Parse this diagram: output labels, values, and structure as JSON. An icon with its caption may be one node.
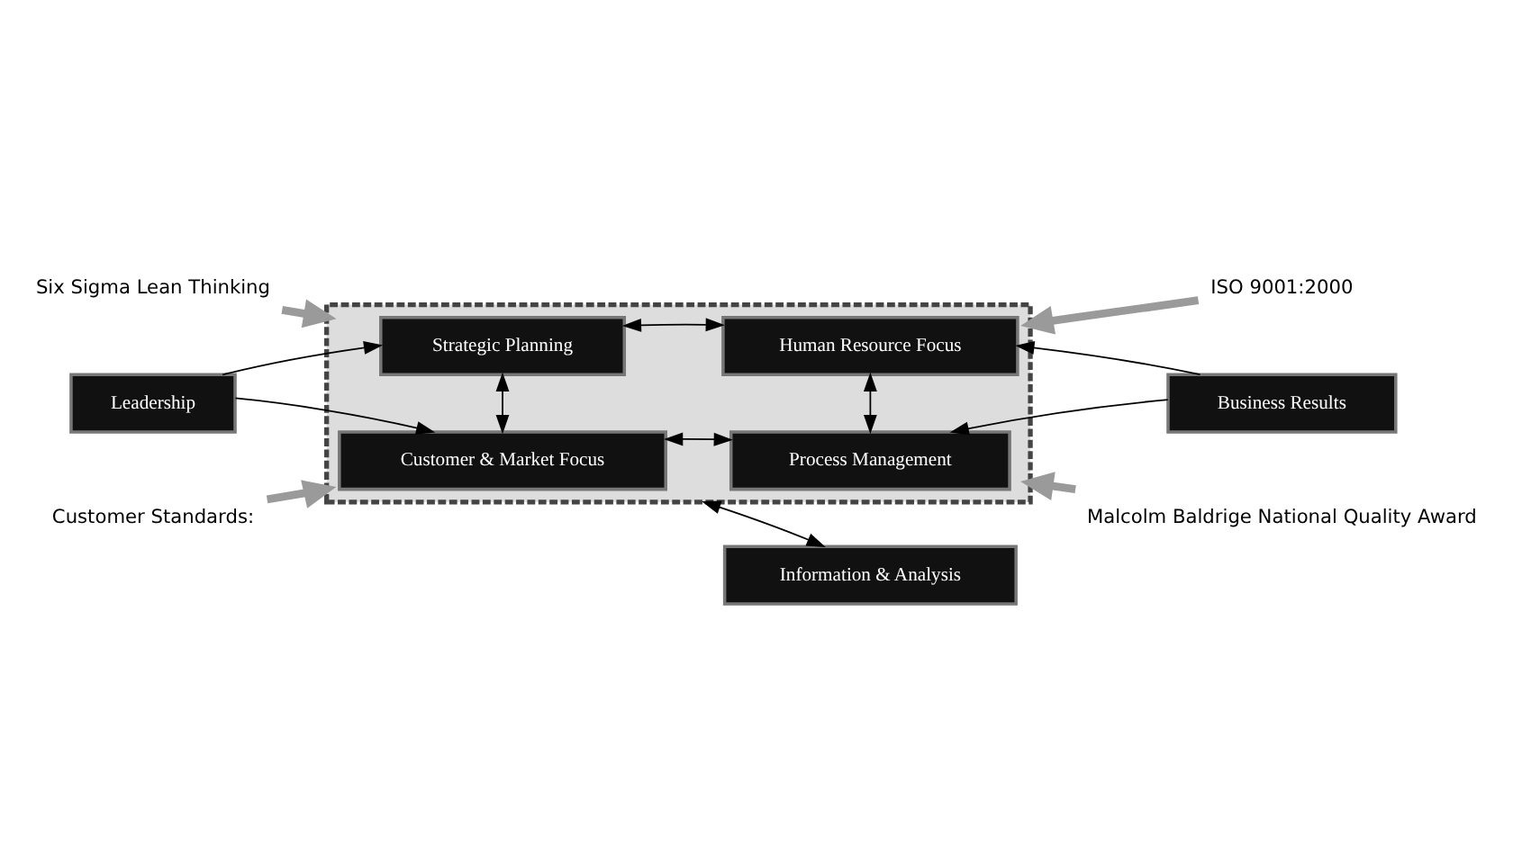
{
  "diagram": {
    "nodes": [
      {
        "text": [],
        "shape": "box"
      },
      {
        "text": [
          "Strategic Planning"
        ],
        "in": 0
      },
      {
        "text": [
          "Human Resource Focus"
        ],
        "in": 0
      },
      {
        "text": [
          "Customer & Market Focus"
        ],
        "in": 0
      },
      {
        "text": [
          "Process Management"
        ],
        "in": 0
      },
      {
        "text": [
          "Leadership"
        ]
      },
      {
        "text": [
          "Business Results"
        ]
      },
      {
        "text": [
          "Information & Analysis"
        ]
      },
      {
        "text": [
          "Six Sigma Lean Thinking"
        ]
      },
      {
        "text": [
          "ISO 9001:2000"
        ]
      },
      {
        "text": [
          "Customer Standards:"
        ]
      },
      {
        "text": [
          "Malcolm Baldrige National Quality Award"
        ]
      }
    ],
    "edges": [
      {
        "from": 5,
        "to": 1,
        "arrow": "to"
      },
      {
        "from": 5,
        "to": 3,
        "arrow": "to"
      },
      {
        "from": 6,
        "to": 2,
        "arrow": "to"
      },
      {
        "from": 6,
        "to": 4,
        "arrow": "to"
      },
      {
        "from": 1,
        "to": 2,
        "arrow": "both"
      },
      {
        "from": 1,
        "to": 3,
        "arrow": "both"
      },
      {
        "from": 2,
        "to": 4,
        "arrow": "both"
      },
      {
        "from": 3,
        "to": 4,
        "arrow": "both"
      },
      {
        "from": 0,
        "to": 7,
        "arrow": "both"
      },
      {
        "from": 8,
        "to": 0,
        "arrow": "to",
        "style": "thick",
        "color": "#9a9a9a"
      },
      {
        "from": 9,
        "to": 0,
        "arrow": "to",
        "style": "thick",
        "color": "#9a9a9a"
      },
      {
        "from": 10,
        "to": 0,
        "arrow": "to",
        "style": "thick",
        "color": "#9a9a9a"
      },
      {
        "from": 11,
        "to": 0,
        "arrow": "to",
        "style": "thick",
        "color": "#9a9a9a"
      }
    ]
  }
}
